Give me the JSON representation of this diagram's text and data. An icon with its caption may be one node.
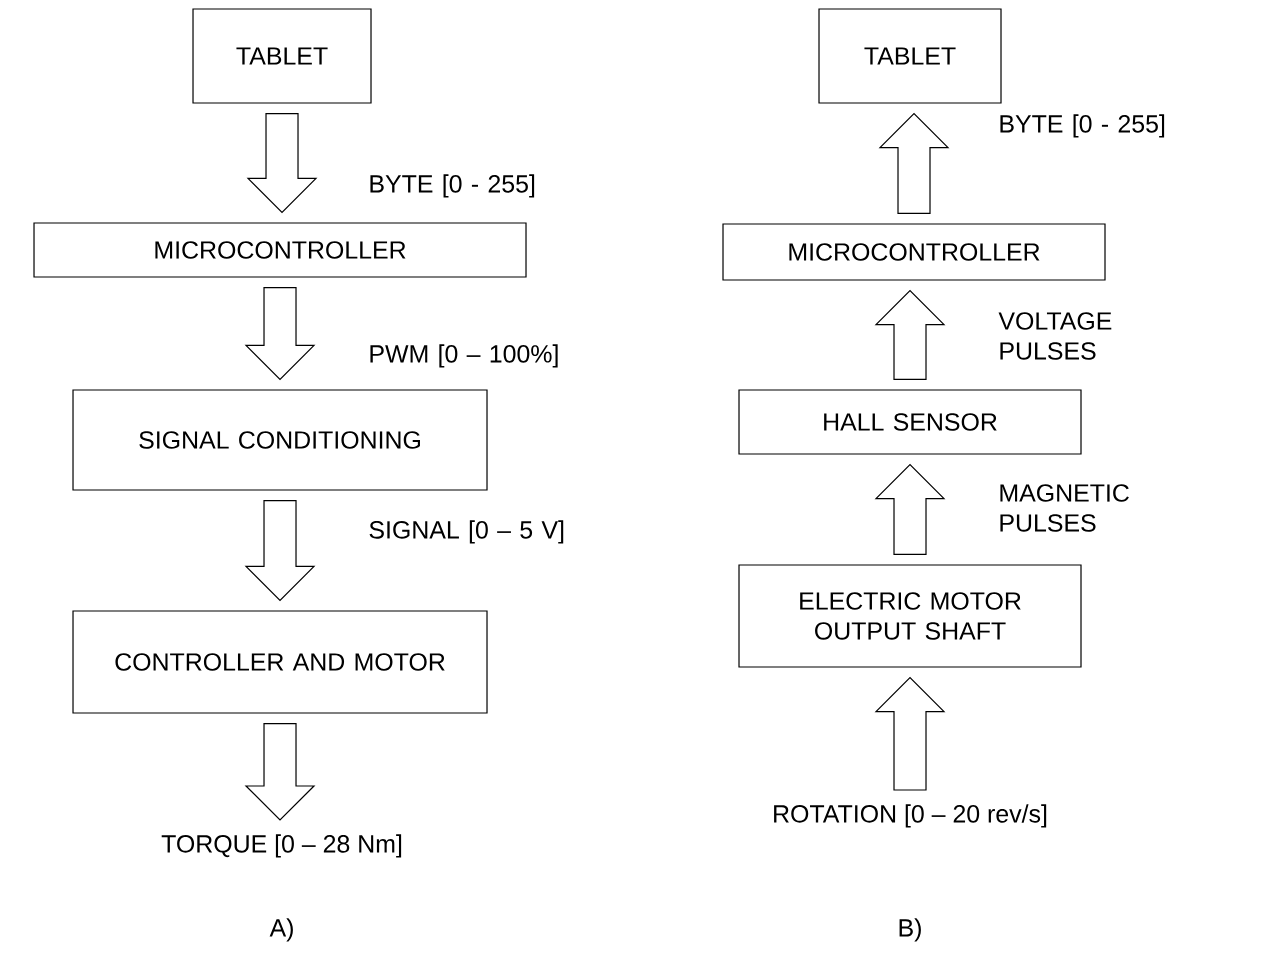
{
  "diagram": {
    "nodes": [
      {
        "text": [
          "TABLET"
        ]
      },
      {
        "text": [
          "MICROCONTROLLER"
        ]
      },
      {
        "text": [
          "SIGNAL CONDITIONING"
        ]
      },
      {
        "text": [
          "CONTROLLER AND MOTOR"
        ]
      },
      {
        "text": [
          "TORQUE [0 – 28 Nm]"
        ]
      },
      {
        "text": [
          "TABLET"
        ]
      },
      {
        "text": [
          "MICROCONTROLLER"
        ]
      },
      {
        "text": [
          "HALL SENSOR"
        ]
      },
      {
        "text": [
          "ELECTRIC MOTOR OUTPUT SHAFT"
        ]
      },
      {
        "text": [
          "ROTATION [0 – 20 rev/s]"
        ]
      }
    ],
    "edges": [
      {
        "from": 0,
        "to": 1,
        "arrow": "to",
        "label": "BYTE [0 - 255]"
      },
      {
        "from": 1,
        "to": 2,
        "arrow": "to",
        "label": "PWM [0 – 100%]"
      },
      {
        "from": 2,
        "to": 3,
        "arrow": "to",
        "label": "SIGNAL [0 – 5 V]"
      },
      {
        "from": 3,
        "to": 4,
        "arrow": "to"
      },
      {
        "from": 9,
        "to": 8,
        "arrow": "to"
      },
      {
        "from": 8,
        "to": 7,
        "arrow": "to",
        "label": "MAGNETIC PULSES"
      },
      {
        "from": 7,
        "to": 6,
        "arrow": "to",
        "label": "VOLTAGE PULSES"
      },
      {
        "from": 6,
        "to": 5,
        "arrow": "to",
        "label": "BYTE [0 - 255]"
      }
    ],
    "labels": [
      "A)",
      "B)"
    ]
  }
}
